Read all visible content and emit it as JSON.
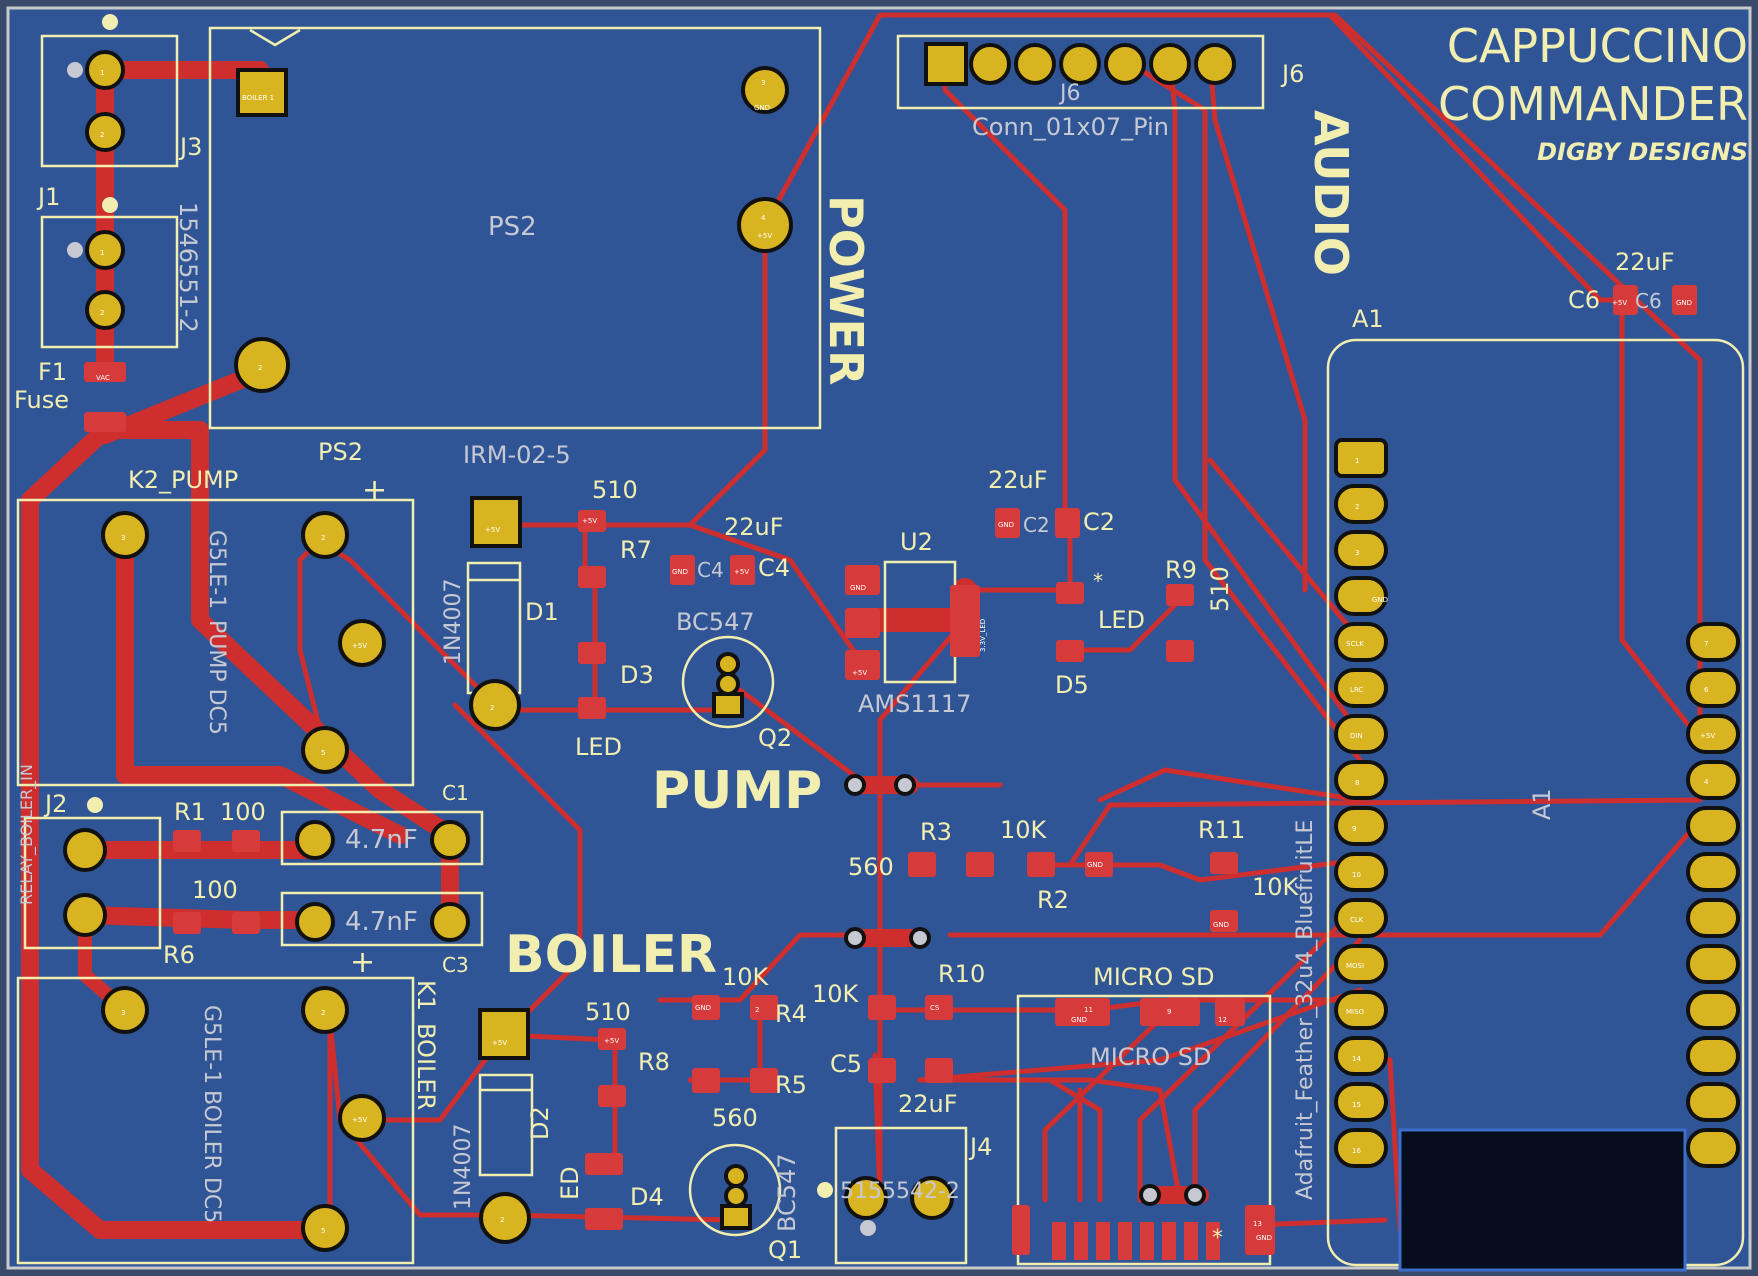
{
  "board": {
    "colors": {
      "substrate": "#2f5596",
      "copper": "#cf2e2e",
      "silkscreen": "#f2eeb0",
      "pad": "#d8b520",
      "fab": "#c7c9d2"
    }
  },
  "branding": {
    "title_line1": "CAPPUCCINO",
    "title_line2": "COMMANDER",
    "subtitle": "DIGBY DESIGNS"
  },
  "sections": {
    "power": "POWER",
    "audio": "AUDIO",
    "pump": "PUMP",
    "boiler": "BOILER",
    "micro_sd": "MICRO SD"
  },
  "components": {
    "j3": "J3",
    "j1": "J1",
    "j1_part": "1546551-2",
    "f1": "F1",
    "fuse": "Fuse",
    "ps2": "PS2",
    "ps2_value": "IRM-02-5",
    "j6": "J6",
    "j6_value": "Conn_01x07_Pin",
    "k2": "K2_PUMP",
    "k1": "K1_BOILER",
    "d1": "D1",
    "d2": "D2",
    "diode_value": "1N4007",
    "r7": "R7",
    "r8": "R8",
    "r9": "R9",
    "r510": "510",
    "d3": "D3",
    "d4": "D4",
    "d5": "D5",
    "led": "LED",
    "ed": "ED",
    "c4": "C4",
    "c2": "C2",
    "c5": "C5",
    "c6": "C6",
    "c22uf": "22uF",
    "u2": "U2",
    "u2_value": "AMS1117",
    "q1": "Q1",
    "q2": "Q2",
    "bc547": "BC547",
    "j2": "J2",
    "relay_net": "RELAY_BOILER_IN",
    "r1": "R1",
    "r6": "R6",
    "r100": "100",
    "c1": "C1",
    "c3": "C3",
    "c4n7": "4.7nF",
    "r3": "R3",
    "r2": "R2",
    "r11": "R11",
    "r4": "R4",
    "r5": "R5",
    "r10": "R10",
    "r10k": "10K",
    "r560": "560",
    "a1": "A1",
    "a1_value": "Adafruit_Feather_32u4_BluefruitLE",
    "j4": "J4",
    "j4_part": "5155542-2",
    "plus": "+",
    "star": "*",
    "k2_fab1": "G5LE-1",
    "k2_fab2": "PUMP DC5",
    "k1_fab1": "G5LE-1",
    "k1_fab2": "BOILER DC5"
  },
  "pad_labels": {
    "gnd": "GND",
    "v5": "+5V",
    "v33": "3.3V_LED",
    "vac": "VAC",
    "boiler": "BOILER 1",
    "sclk": "SCLK",
    "lrc": "LRC",
    "din": "DIN",
    "mosi": "MOSI",
    "miso": "MISO",
    "cs": "CS",
    "clk": "CLK",
    "n1": "1",
    "n2": "2",
    "n3": "3",
    "n4": "4",
    "n5": "5",
    "n6": "6",
    "n7": "7",
    "n8": "8",
    "n9": "9",
    "n10": "10",
    "n11": "11",
    "n12": "12",
    "n13": "13",
    "n14": "14",
    "n15": "15",
    "n16": "16"
  }
}
